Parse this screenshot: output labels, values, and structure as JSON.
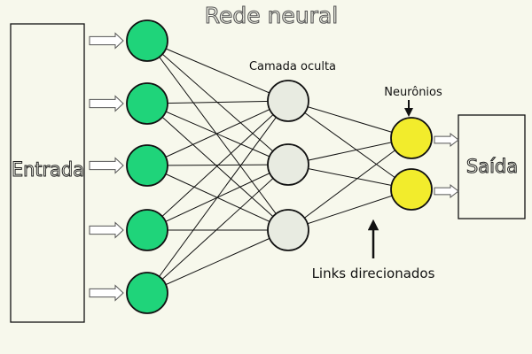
{
  "diagram": {
    "title": "Rede neural",
    "input_label": "Entrada",
    "output_label": "Saída",
    "hidden_label": "Camada oculta",
    "neurons_label": "Neurônios",
    "links_label": "Links direcionados",
    "colors": {
      "background": "#f7f8ec",
      "input_neuron": "#1fd47a",
      "hidden_neuron": "#e8ebe1",
      "output_neuron": "#f2ec2c",
      "stroke": "#111111",
      "box_fill": "#f7f8ec"
    },
    "layers": {
      "input_count": 5,
      "hidden_count": 3,
      "output_count": 2
    }
  }
}
